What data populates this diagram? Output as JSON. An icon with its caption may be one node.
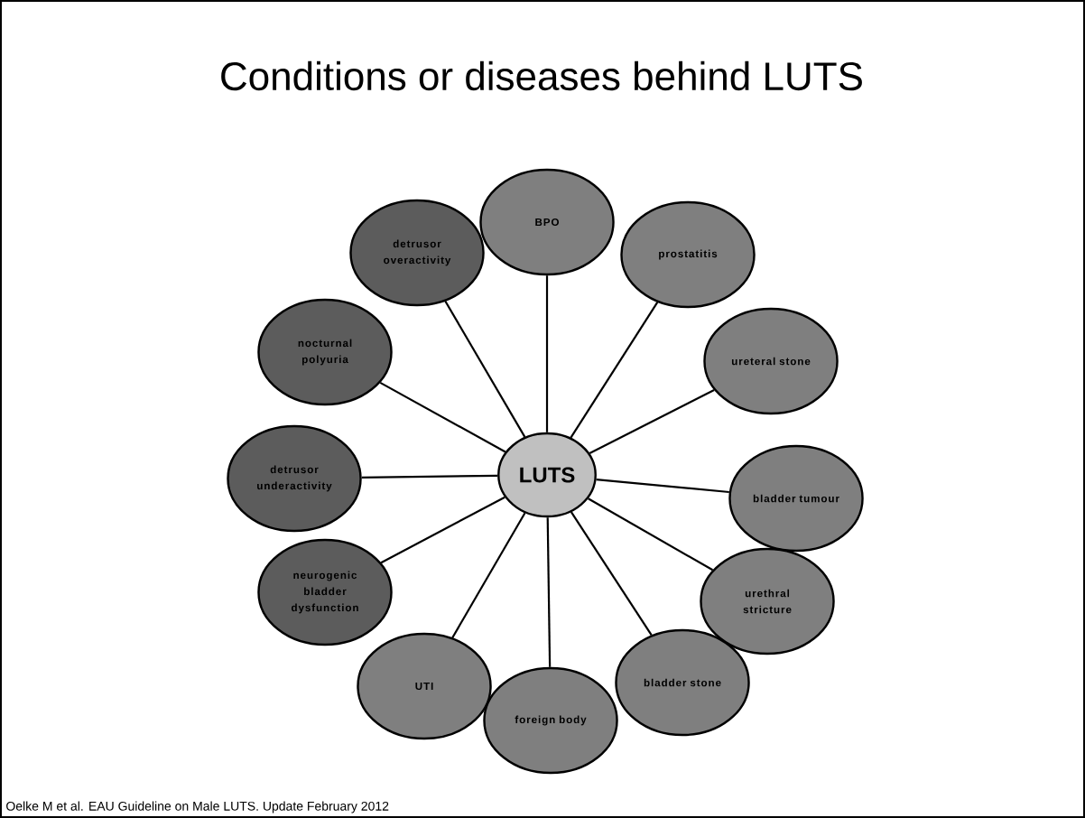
{
  "diagram": {
    "title": "Conditions or diseases behind LUTS",
    "caption": "Oelke M et al. EAU Guideline on Male LUTS. Update February 2012",
    "nodes": [
      {
        "text": [
          "LUTS"
        ]
      },
      {
        "text": [
          "BPO"
        ]
      },
      {
        "text": [
          "prostatitis"
        ]
      },
      {
        "text": [
          "ureteral stone"
        ]
      },
      {
        "text": [
          "bladder tumour"
        ]
      },
      {
        "text": [
          "urethral stricture"
        ]
      },
      {
        "text": [
          "bladder stone"
        ]
      },
      {
        "text": [
          "foreign body"
        ]
      },
      {
        "text": [
          "UTI"
        ]
      },
      {
        "text": [
          "neurogenic bladder dysfunction"
        ]
      },
      {
        "text": [
          "detrusor underactivity"
        ]
      },
      {
        "text": [
          "nocturnal polyuria"
        ]
      },
      {
        "text": [
          "detrusor overactivity"
        ]
      }
    ],
    "edges": [
      {
        "from": 0,
        "to": 1,
        "arrow": "none"
      },
      {
        "from": 0,
        "to": 2,
        "arrow": "none"
      },
      {
        "from": 0,
        "to": 3,
        "arrow": "none"
      },
      {
        "from": 0,
        "to": 4,
        "arrow": "none"
      },
      {
        "from": 0,
        "to": 5,
        "arrow": "none"
      },
      {
        "from": 0,
        "to": 6,
        "arrow": "none"
      },
      {
        "from": 0,
        "to": 7,
        "arrow": "none"
      },
      {
        "from": 0,
        "to": 8,
        "arrow": "none"
      },
      {
        "from": 0,
        "to": 9,
        "arrow": "none"
      },
      {
        "from": 0,
        "to": 10,
        "arrow": "none"
      },
      {
        "from": 0,
        "to": 11,
        "arrow": "none"
      },
      {
        "from": 0,
        "to": 12,
        "arrow": "none"
      }
    ]
  }
}
